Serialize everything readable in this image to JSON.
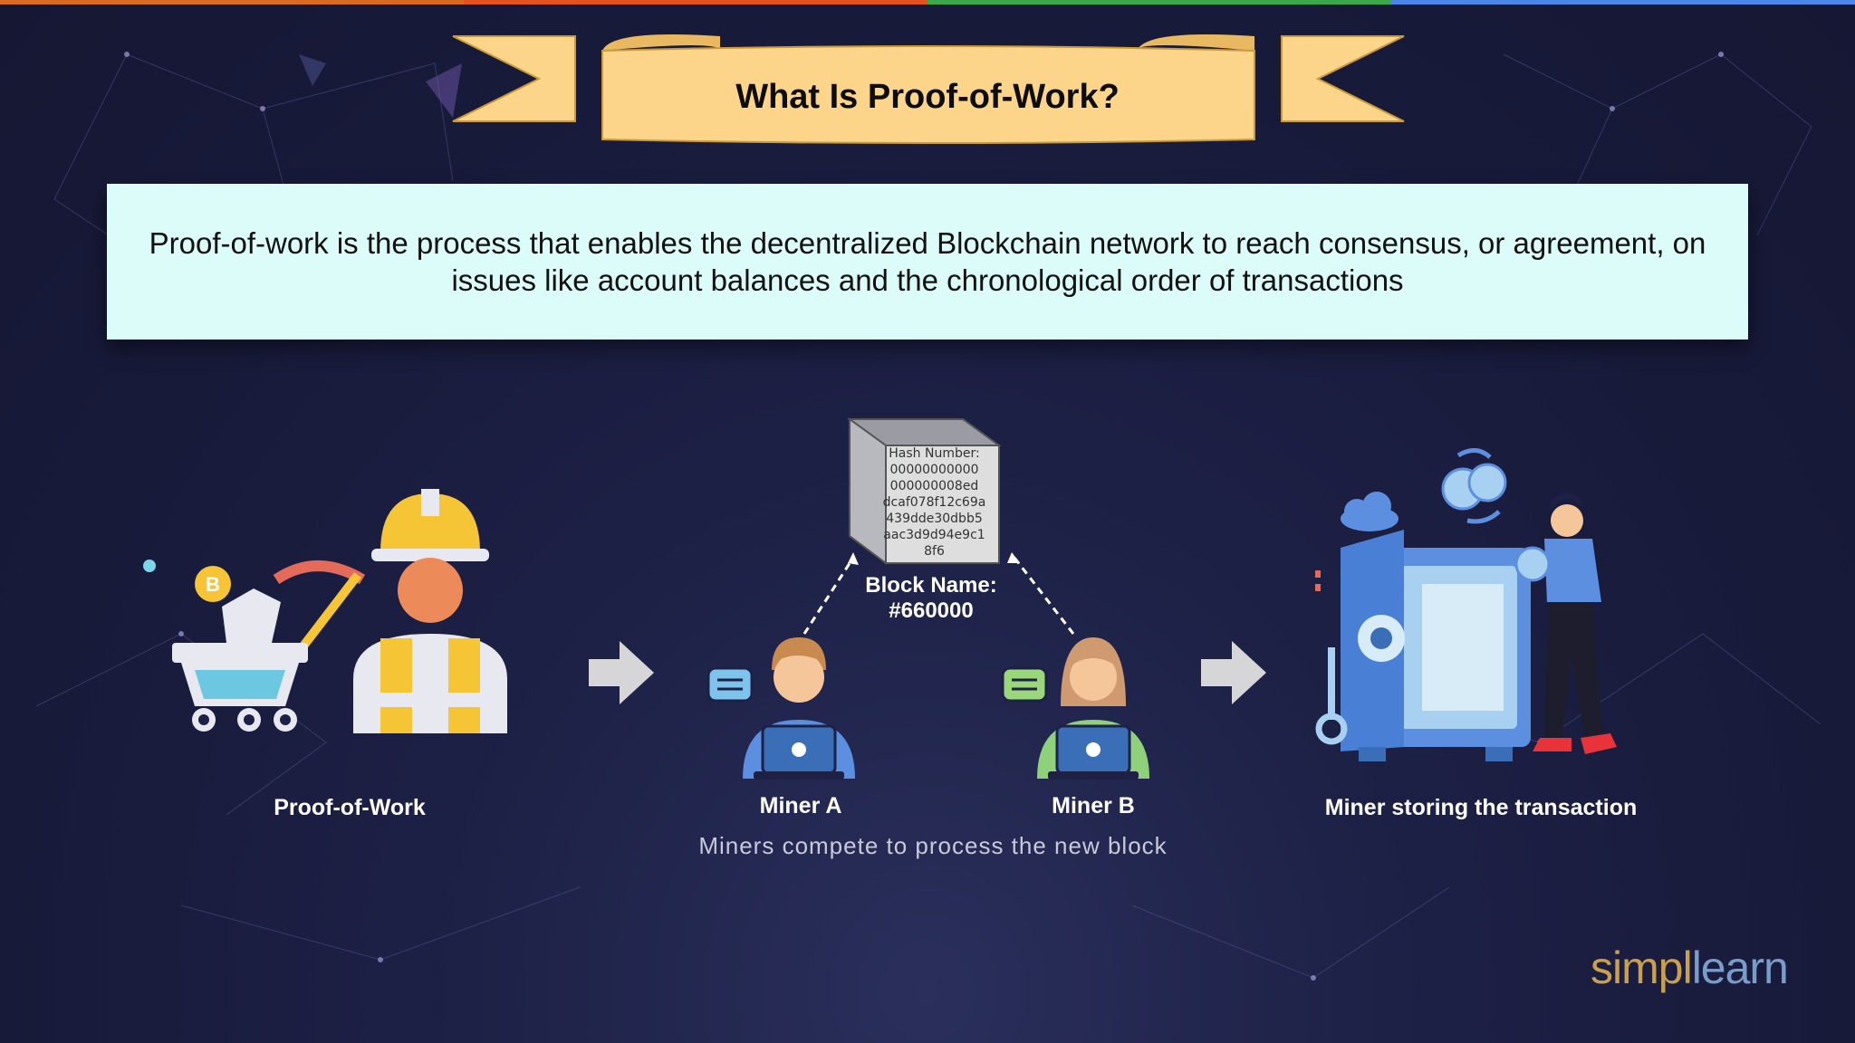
{
  "title": "What Is Proof-of-Work?",
  "definition": "Proof-of-work is the process that enables the decentralized Blockchain network to reach consensus, or agreement, on issues like account balances and the chronological order of transactions",
  "diagram": {
    "left_caption": "Proof-of-Work",
    "block": {
      "hash_label": "Hash Number:",
      "hash_lines": [
        "00000000000",
        "000000008ed",
        "dcaf078f12c69a",
        "439dde30dbb5",
        "aac3d9d94e9c1",
        "8f6"
      ],
      "name_label": "Block Name:",
      "name_value": "#660000"
    },
    "miner_a": "Miner A",
    "miner_b": "Miner B",
    "compete_text": "Miners compete to process the new block",
    "right_caption": "Miner storing the transaction"
  },
  "logo": {
    "part1": "simpl",
    "part2": "learn"
  },
  "colors": {
    "banner": "#fcd48a",
    "definition_bg": "#dcfcfa",
    "accent_yellow": "#f6c536",
    "accent_blue": "#4f8fe6",
    "topbar": [
      "#e05a1c",
      "#e8501f",
      "#3fae49",
      "#4b86e8"
    ]
  },
  "icons": [
    "miner-worker-icon",
    "mine-cart-icon",
    "pickaxe-icon",
    "bitcoin-coin-icon",
    "arrow-right-icon",
    "block-cube-icon",
    "miner-a-avatar-icon",
    "miner-b-avatar-icon",
    "chat-bubble-icon",
    "laptop-icon",
    "vault-safe-icon",
    "person-with-coin-icon",
    "coins-icon",
    "cloud-icon",
    "key-icon"
  ]
}
